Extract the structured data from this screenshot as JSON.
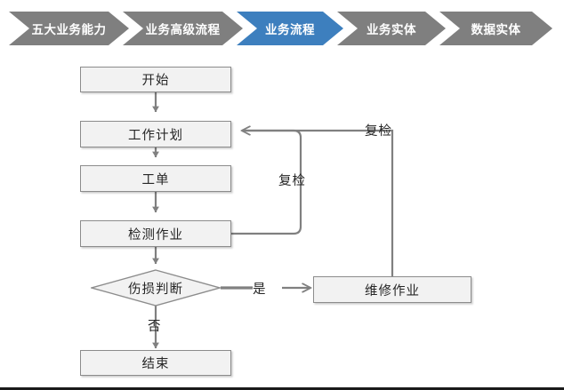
{
  "colors": {
    "chevron_inactive": "#7f7f7f",
    "chevron_active": "#3d7fbe",
    "chevron_text": "#ffffff",
    "node_fill": "#f2f2f2",
    "node_border": "#8c8c8c",
    "connector": "#808080",
    "text": "#262626",
    "page_background": "#ffffff",
    "bottom_rule": "#1a1a1a"
  },
  "breadcrumb": {
    "name": "process-level-breadcrumb",
    "steps": [
      {
        "label": "五大业务能力",
        "active": false
      },
      {
        "label": "业务高级流程",
        "active": false
      },
      {
        "label": "业务流程",
        "active": true
      },
      {
        "label": "业务实体",
        "active": false
      },
      {
        "label": "数据实体",
        "active": false
      }
    ]
  },
  "flowchart": {
    "title": "业务流程",
    "nodes": [
      {
        "id": "start",
        "label": "开始",
        "shape": "rect"
      },
      {
        "id": "workplan",
        "label": "工作计划",
        "shape": "rect"
      },
      {
        "id": "workorder",
        "label": "工单",
        "shape": "rect"
      },
      {
        "id": "inspect",
        "label": "检测作业",
        "shape": "rect"
      },
      {
        "id": "decision",
        "label": "伤损判断",
        "shape": "diamond"
      },
      {
        "id": "repair",
        "label": "维修作业",
        "shape": "rect"
      },
      {
        "id": "end",
        "label": "结束",
        "shape": "rect"
      }
    ],
    "edge_labels": [
      {
        "id": "recheck-inner",
        "label": "复检"
      },
      {
        "id": "recheck-outer",
        "label": "复检"
      },
      {
        "id": "yes",
        "label": "是"
      },
      {
        "id": "no",
        "label": "否"
      }
    ]
  }
}
